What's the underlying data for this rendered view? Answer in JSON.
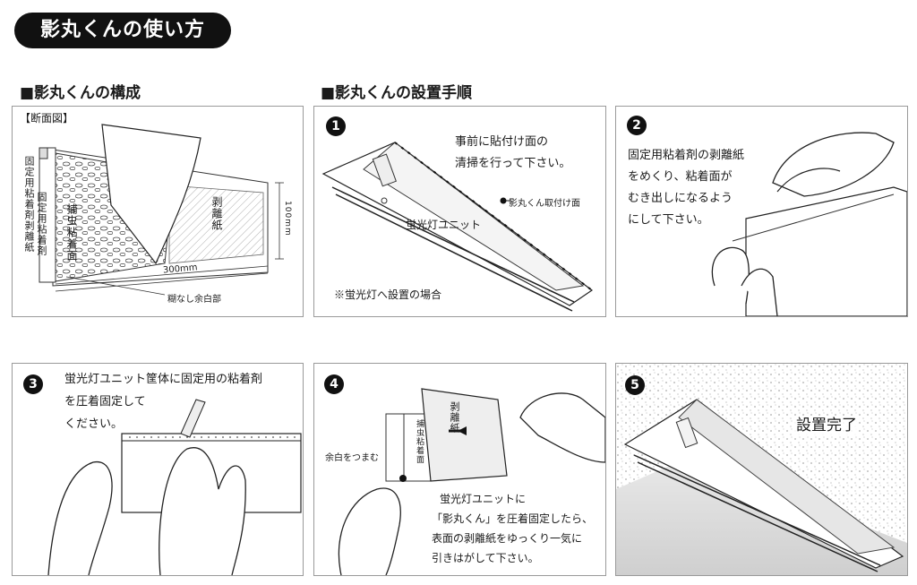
{
  "header": {
    "title": "影丸くんの使い方"
  },
  "composition": {
    "heading": "■影丸くんの構成",
    "section_label": "【断面図】",
    "label_fixing_adhesive_release_paper": "固定用粘着剤剥離紙",
    "label_fixing_adhesive": "固定用粘着剤",
    "label_insect_adhesive_surface": "捕虫粘着面",
    "label_release_paper": "剥離紙",
    "dim_height": "100mm",
    "dim_width": "300mm",
    "label_margin": "糊なし余白部"
  },
  "procedure": {
    "heading": "■影丸くんの設置手順",
    "steps": [
      {
        "number": "1",
        "lines": [
          "事前に貼付け面の",
          "清掃を行って下さい。"
        ],
        "label_mount_surface": "影丸くん取付け面",
        "label_unit": "蛍光灯ユニット",
        "note": "※蛍光灯へ設置の場合"
      },
      {
        "number": "2",
        "lines": [
          "固定用粘着剤の剥離紙",
          "をめくり、粘着面が",
          "むき出しになるよう",
          "にして下さい。"
        ]
      },
      {
        "number": "3",
        "lines": [
          "蛍光灯ユニット筐体に固定用の粘着剤",
          "を圧着固定して",
          "ください。"
        ]
      },
      {
        "number": "4",
        "label_release_paper": "剥離紙",
        "label_insect_adhesive": "捕虫粘着面",
        "label_pinch": "余白をつまむ",
        "lines": [
          "蛍光灯ユニットに",
          "「影丸くん」を圧着固定したら、",
          "表面の剥離紙をゆっくり一気に",
          "引きはがして下さい。"
        ]
      },
      {
        "number": "5",
        "label_done": "設置完了"
      }
    ]
  }
}
